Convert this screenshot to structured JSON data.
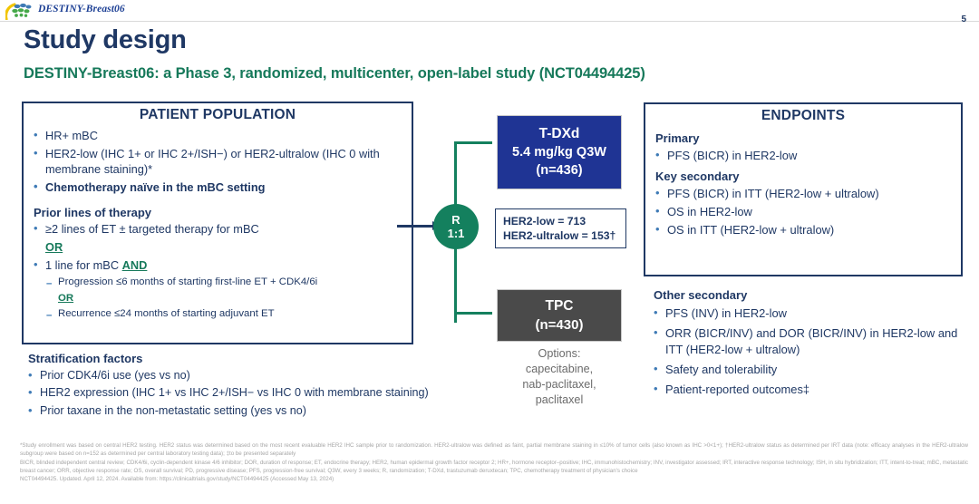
{
  "header": {
    "logo_label": "DESTINY-Breast06",
    "logo_icon": "destiny-breast-logo",
    "page_number": "5"
  },
  "title": "Study design",
  "subtitle": "DESTINY-Breast06: a Phase 3, randomized, multicenter, open-label study (NCT04494425)",
  "colors": {
    "navy": "#1f3864",
    "green": "#16795a",
    "arm_tdxd_bg": "#1f3494",
    "arm_tpc_bg": "#4a4a4a",
    "circle_green": "#14805e",
    "bullet_blue": "#3f7bb6",
    "footnote_gray": "#a6a6a6"
  },
  "patient_population": {
    "heading": "PATIENT POPULATION",
    "bullets": [
      "HR+ mBC",
      "HER2-low (IHC 1+ or IHC 2+/ISH−) or HER2-ultralow (IHC 0 with membrane staining)*",
      "Chemotherapy naïve in the mBC setting"
    ],
    "prior_lines": {
      "heading": "Prior lines of therapy",
      "item1": "≥2 lines of ET ± targeted therapy for mBC",
      "or1": "OR",
      "item2_prefix": "1 line for mBC ",
      "item2_and": "AND",
      "sub1": "Progression ≤6 months of starting first-line ET + CDK4/6i",
      "or2": "OR",
      "sub2": "Recurrence ≤24 months of starting adjuvant ET"
    }
  },
  "stratification": {
    "heading": "Stratification factors",
    "items": [
      "Prior CDK4/6i use (yes vs no)",
      "HER2 expression (IHC 1+ vs IHC 2+/ISH− vs IHC 0 with membrane staining)",
      "Prior taxane in the non-metastatic setting (yes vs no)"
    ]
  },
  "flow": {
    "randomization": {
      "label": "R",
      "ratio": "1:1"
    },
    "arm_tdxd": {
      "name": "T-DXd",
      "dose": "5.4 mg/kg Q3W",
      "n": "(n=436)"
    },
    "arm_tpc": {
      "name": "TPC",
      "n": "(n=430)"
    },
    "tpc_options": "Options:\ncapecitabine,\nnab-paclitaxel,\npaclitaxel",
    "tpc_options_lines": [
      "Options:",
      "capecitabine,",
      "nab-paclitaxel,",
      "paclitaxel"
    ],
    "counts": {
      "her2_low": "HER2-low = 713",
      "her2_ultralow": "HER2-ultralow = 153†"
    }
  },
  "endpoints": {
    "heading": "ENDPOINTS",
    "primary": {
      "heading": "Primary",
      "items": [
        "PFS (BICR) in HER2-low"
      ]
    },
    "key_secondary": {
      "heading": "Key secondary",
      "items": [
        "PFS (BICR) in ITT (HER2-low + ultralow)",
        "OS in HER2-low",
        "OS in ITT (HER2-low + ultralow)"
      ]
    },
    "other_secondary": {
      "heading": "Other secondary",
      "items": [
        "PFS (INV) in HER2-low",
        "ORR (BICR/INV) and DOR (BICR/INV) in HER2-low and ITT (HER2-low + ultralow)",
        "Safety and tolerability",
        "Patient-reported outcomes‡"
      ]
    }
  },
  "footnotes": {
    "line1": "*Study enrollment was based on central HER2 testing. HER2 status was determined based on the most recent evaluable HER2 IHC sample prior to randomization. HER2-ultralow was defined as faint, partial membrane staining in ≤10% of tumor cells (also known as IHC >0<1+); †HER2-ultralow status as determined per IRT data (note: efficacy analyses in the HER2-ultralow subgroup were based on n=152 as determined per central laboratory testing data); ‡to be presented separately",
    "line2": "BICR, blinded independent central review; CDK4/6i, cyclin-dependent kinase 4/6 inhibitor; DOR, duration of response; ET, endocrine therapy; HER2, human epidermal growth factor receptor 2; HR+, hormone receptor–positive; IHC, immunohistochemistry; INV, investigator assessed; IRT, interactive response technology; ISH, in situ hybridization; ITT, intent-to-treat; mBC, metastatic breast cancer; ORR, objective response rate; OS, overall survival; PD, progressive disease; PFS, progression-free survival; Q3W, every 3 weeks; R, randomization; T-DXd, trastuzumab deruxtecan; TPC, chemotherapy treatment of physician's choice",
    "line3": "NCT04494425. Updated. April 12, 2024. Available from: https://clinicaltrials.gov/study/NCT04494425 (Accessed May 13, 2024)"
  }
}
